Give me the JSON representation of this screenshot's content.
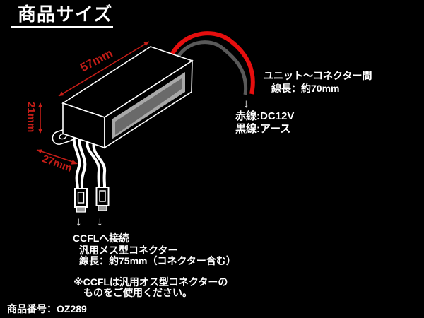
{
  "title": "商品サイズ",
  "product_number": "商品番号：OZ289",
  "dimensions": {
    "length": "57mm",
    "height": "21mm",
    "depth": "27mm"
  },
  "input_wiring": {
    "heading": "ユニット〜コネクター間",
    "wire_length": "線長：約70mm",
    "down_arrow": "↓",
    "red_wire_label": "赤線:DC12V",
    "black_wire_label": "黒線:アース"
  },
  "output_wiring": {
    "down_arrow": "↓",
    "connect_label": "CCFLへ接続",
    "connector_type": "汎用メス型コネクター",
    "wire_length": "線長：約75mm（コネクター含む）",
    "note_line1": "※CCFLは汎用オス型コネクターの",
    "note_line2": "ものをご使用ください。"
  },
  "colors": {
    "background": "#000000",
    "outline_white": "#ffffff",
    "dimension_red": "#c41d17",
    "wire_red": "#e60e0e",
    "wire_black_gray": "#595959",
    "sticker_outer_gray": "#a8a8a8",
    "sticker_inner_gray": "#6a6a6a",
    "connector_tip_gray": "#9a9a9a"
  }
}
